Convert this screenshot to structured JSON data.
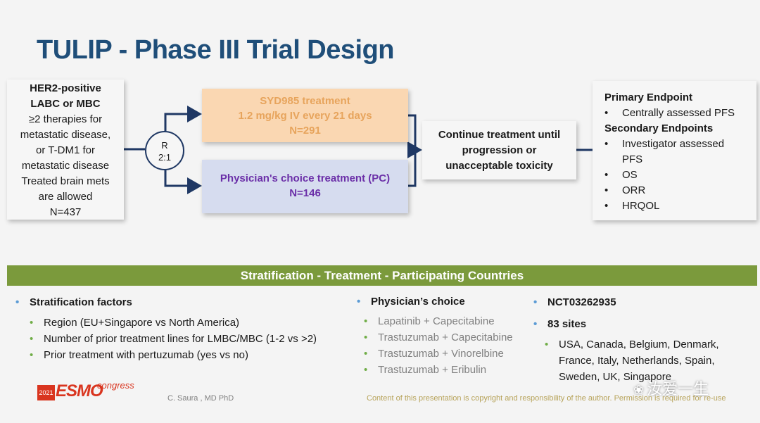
{
  "title": "TULIP - Phase III Trial Design",
  "eligibility": {
    "lines": [
      "HER2-positive",
      "LABC or MBC",
      "≥2 therapies for",
      "metastatic disease,",
      "or T-DM1 for",
      "metastatic disease",
      "Treated brain mets",
      "are allowed",
      "N=437"
    ]
  },
  "randomization": {
    "line1": "R",
    "line2": "2:1"
  },
  "arm_syd": {
    "line1": "SYD985 treatment",
    "line2": "1.2 mg/kg IV every 21 days",
    "line3": "N=291"
  },
  "arm_pc": {
    "line1": "Physician's choice treatment (PC)",
    "line2": "N=146"
  },
  "continue": {
    "line1": "Continue treatment until",
    "line2": "progression or",
    "line3": "unacceptable toxicity"
  },
  "endpoints": {
    "primary_heading": "Primary Endpoint",
    "primary_items": [
      "Centrally assessed PFS"
    ],
    "secondary_heading": "Secondary Endpoints",
    "secondary_items": [
      "Investigator assessed PFS",
      "OS",
      "ORR",
      "HRQOL"
    ]
  },
  "band_title": "Stratification - Treatment  - Participating Countries",
  "stratification": {
    "heading": "Stratification factors",
    "items": [
      "Region (EU+Singapore vs North America)",
      "Number of prior treatment lines for LMBC/MBC (1-2 vs >2)",
      "Prior treatment with pertuzumab (yes vs no)"
    ]
  },
  "physicians_choice": {
    "heading": "Physician’s choice",
    "items": [
      "Lapatinib + Capecitabine",
      "Trastuzumab + Capecitabine",
      "Trastuzumab + Vinorelbine",
      "Trastuzumab + Eribulin"
    ]
  },
  "trial_info": {
    "nct": "NCT03262935",
    "sites": "83 sites",
    "countries": "USA, Canada, Belgium, Denmark, France, Italy, Netherlands, Spain, Sweden, UK, Singapore"
  },
  "footer": {
    "logo_year": "2021",
    "logo_name": "ESMO",
    "logo_event": "congress",
    "presenter": "C. Saura , MD PhD",
    "copyright": "Content of this presentation is copyright and responsibility of the author. Permission is required for re-use"
  },
  "watermark": "汝爱一生",
  "colors": {
    "title": "#1f4e79",
    "syd_fill": "#fad7b2",
    "syd_text": "#e7a45c",
    "pc_fill": "#d6dcef",
    "pc_text": "#6b2fa8",
    "band": "#7b9a3c",
    "arrow": "#1f3864",
    "esmo_red": "#d9351f"
  }
}
